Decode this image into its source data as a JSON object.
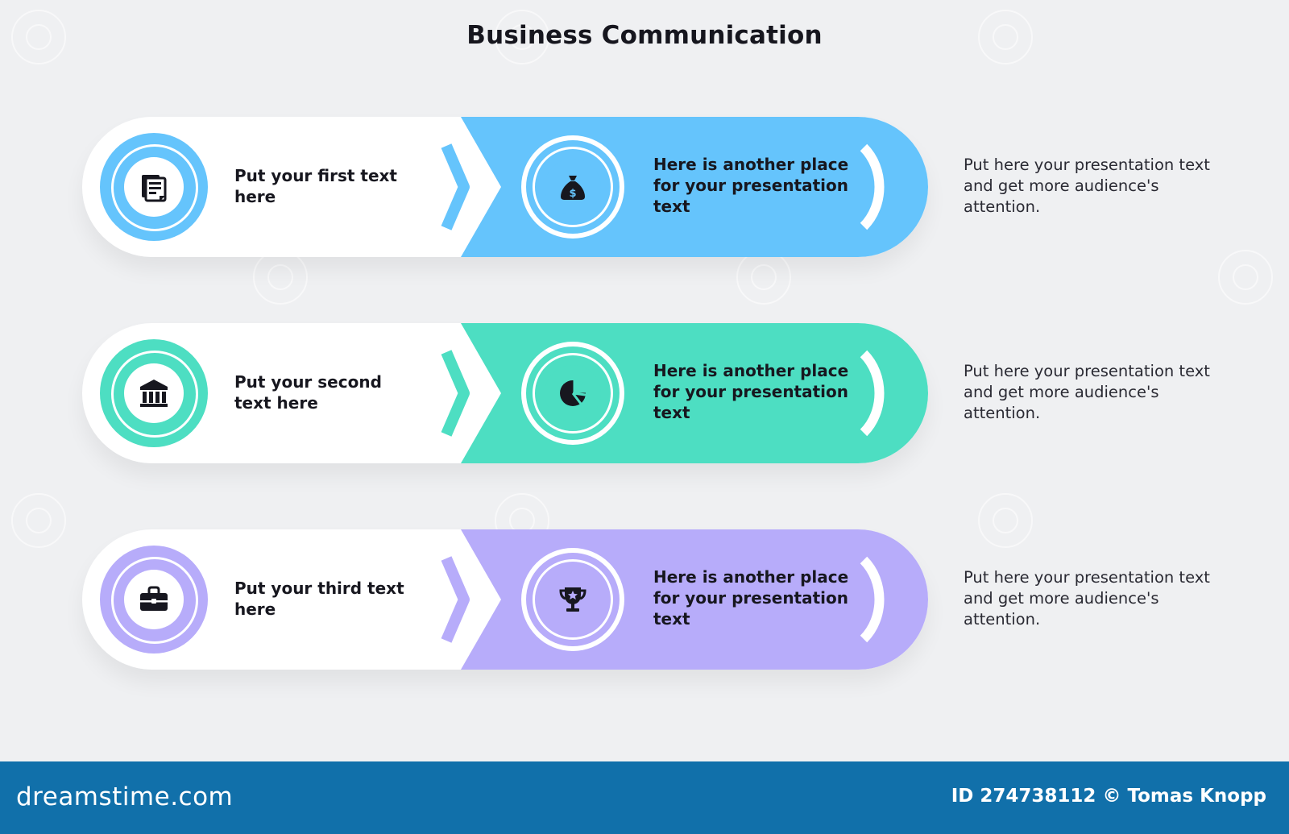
{
  "title": "Business Communication",
  "rows": [
    {
      "label": "Put your first text here",
      "center_text": "Here is another place for your presentation text",
      "description": "Put here your presentation text and get more audience's attention.",
      "accent": "#65c4fc",
      "left_icon": "document-icon",
      "right_icon": "money-bag-icon",
      "right_icon_glyph": "$"
    },
    {
      "label": "Put your second text here",
      "center_text": "Here is another place for your presentation text",
      "description": "Put here your presentation text and get more audience's attention.",
      "accent": "#4ddec2",
      "left_icon": "bank-icon",
      "right_icon": "pie-chart-icon"
    },
    {
      "label": "Put your third text here",
      "center_text": "Here is another place for your presentation text",
      "description": "Put here your presentation text and get more audience's attention.",
      "accent": "#b7acfa",
      "left_icon": "briefcase-icon",
      "right_icon": "trophy-icon"
    }
  ],
  "footer": {
    "brand": "dreamstime.com",
    "credit": "ID 274738112 © Tomas Knopp",
    "background": "#1170aa"
  }
}
